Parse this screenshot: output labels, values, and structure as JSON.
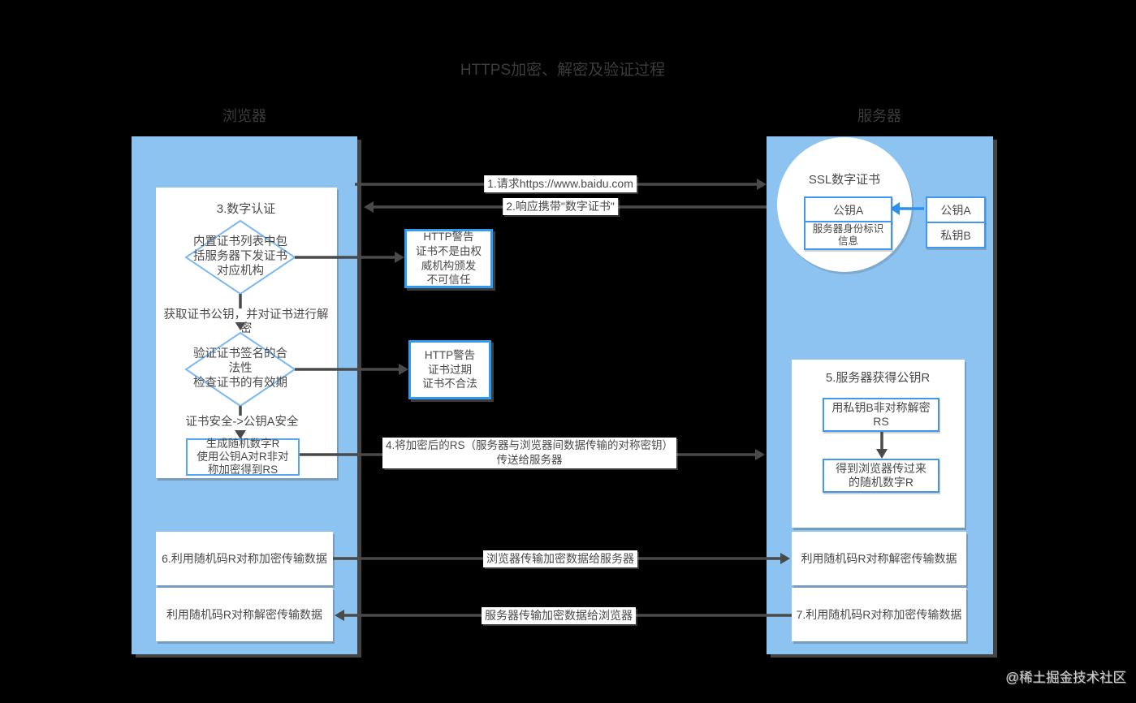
{
  "title": "HTTPS加密、解密及验证过程",
  "watermark": "@稀土掘金技术社区",
  "colors": {
    "panel_blue": "#8cc3f1",
    "box_border_blue": "#3f98ee",
    "diamond_border_blue": "#7cb9f0",
    "warning_border_blue": "#2e9bf0",
    "arrow_gray": "#4a4a4a",
    "key_arrow_blue": "#2e8fec"
  },
  "browser": {
    "header": "浏览器",
    "auth": {
      "title": "3.数字认证",
      "diamond_ca": "内置证书列表中包\n括服务器下发证书\n对应机构",
      "step_get_key": "获取证书公钥，并对证书进行解密",
      "diamond_verify": "验证证书签名的合\n法性\n检查证书的有效期",
      "step_cert_safe": "证书安全->公钥A安全",
      "gen_random": "生成随机数字R\n使用公钥A对R非对\n称加密得到RS"
    },
    "encrypt_box": "6.利用随机码R对称加密传输数据",
    "decrypt_box": "利用随机码R对称解密传输数据"
  },
  "server": {
    "header": "服务器",
    "cert": {
      "title": "SSL数字证书",
      "public_key_inner": "公钥A",
      "identity": "服务器身份标识\n信息",
      "public_key_outer": "公钥A",
      "private_key": "私钥B"
    },
    "obtain": {
      "title": "5.服务器获得公钥R",
      "decrypt_rs": "用私钥B非对称解密\nRS",
      "got_r": "得到浏览器传过来\n的随机数字R"
    },
    "decrypt_box": "利用随机码R对称解密传输数据",
    "encrypt_box": "7.利用随机码R对称加密传输数据"
  },
  "warnings": {
    "not_trusted": "HTTP警告\n证书不是由权\n威机构颁发\n不可信任",
    "expired": "HTTP警告\n证书过期\n证书不合法"
  },
  "messages": {
    "m1": "1.请求https://www.baidu.com",
    "m2": "2.响应携带\"数字证书\"",
    "m4": "4.将加密后的RS（服务器与浏览器间数据传输的对称密钥）\n传送给服务器",
    "m6": "浏览器传输加密数据给服务器",
    "m7": "服务器传输加密数据给浏览器"
  }
}
